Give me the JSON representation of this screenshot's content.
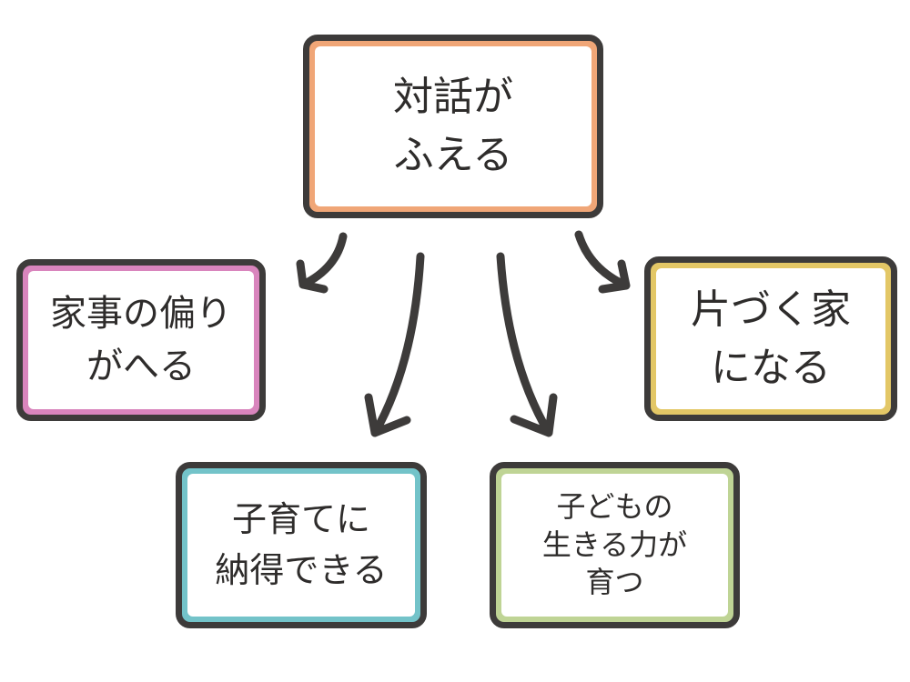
{
  "colors": {
    "outline": "#3d3b3a",
    "center": "#f0a677",
    "left": "#d985bd",
    "right": "#e3c766",
    "bottom_left": "#73c3c9",
    "bottom_right": "#bfd495"
  },
  "center": {
    "lines": [
      "対話が",
      "ふえる"
    ]
  },
  "effects": [
    {
      "id": "chores",
      "lines": [
        "家事の偏り",
        "がへる"
      ]
    },
    {
      "id": "tidy-home",
      "lines": [
        "片づく家",
        "になる"
      ]
    },
    {
      "id": "parenting",
      "lines": [
        "子育てに",
        "納得できる"
      ]
    },
    {
      "id": "child-growth",
      "lines": [
        "子どもの",
        "生きる力が",
        "育つ"
      ]
    }
  ]
}
